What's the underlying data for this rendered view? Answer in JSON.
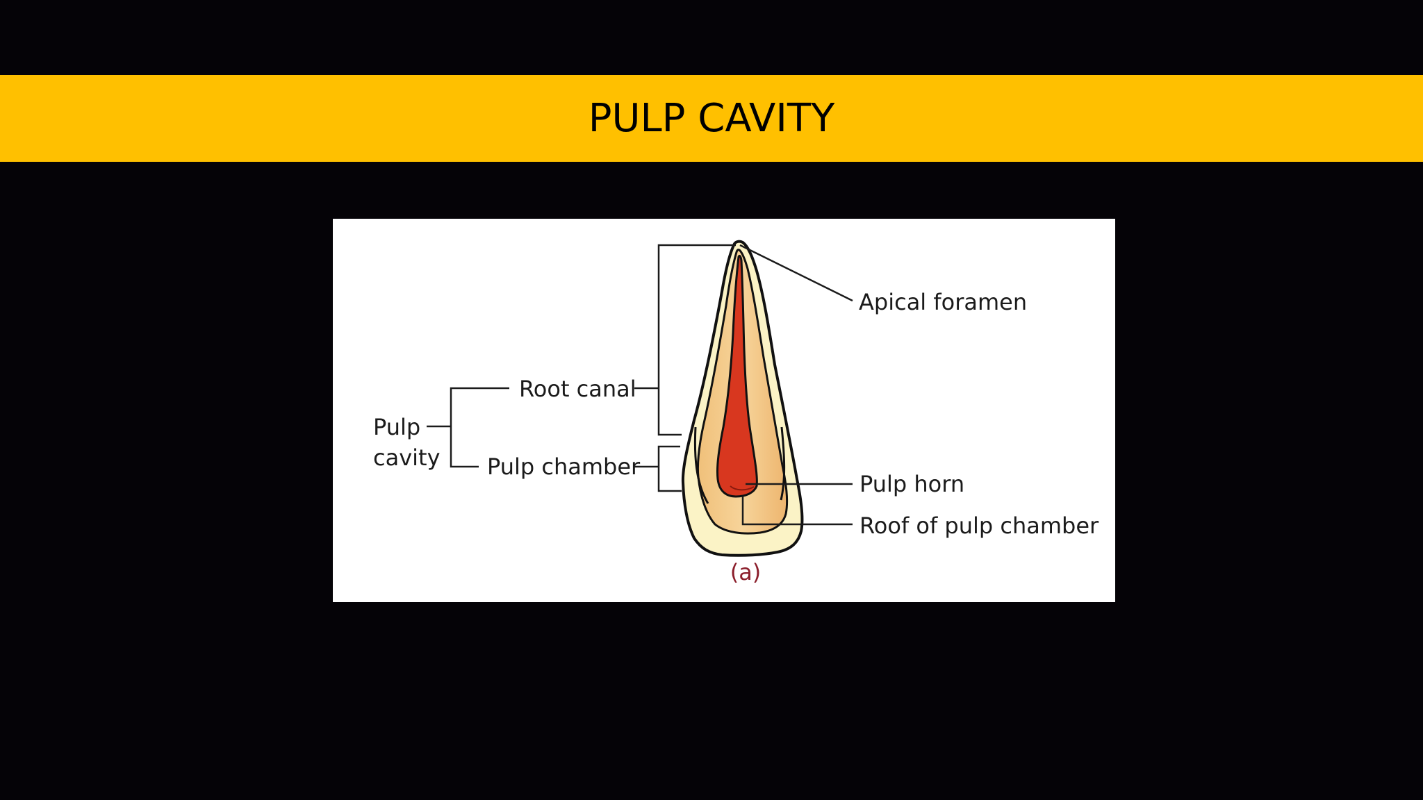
{
  "slide": {
    "title": "PULP CAVITY"
  },
  "figure": {
    "labels": {
      "apical_foramen": "Apical foramen",
      "root_canal": "Root canal",
      "pulp_cavity_line1": "Pulp",
      "pulp_cavity_line2": "cavity",
      "pulp_chamber": "Pulp chamber",
      "pulp_horn": "Pulp horn",
      "roof_of_pulp_chamber": "Roof of pulp chamber"
    },
    "caption": "(a)"
  },
  "colors": {
    "banner": "#FFC000",
    "background": "#050307",
    "enamel": "#FBF3C6",
    "dentin": "#F3C988",
    "pulp": "#D8371F",
    "caption": "#8B1E2B"
  }
}
